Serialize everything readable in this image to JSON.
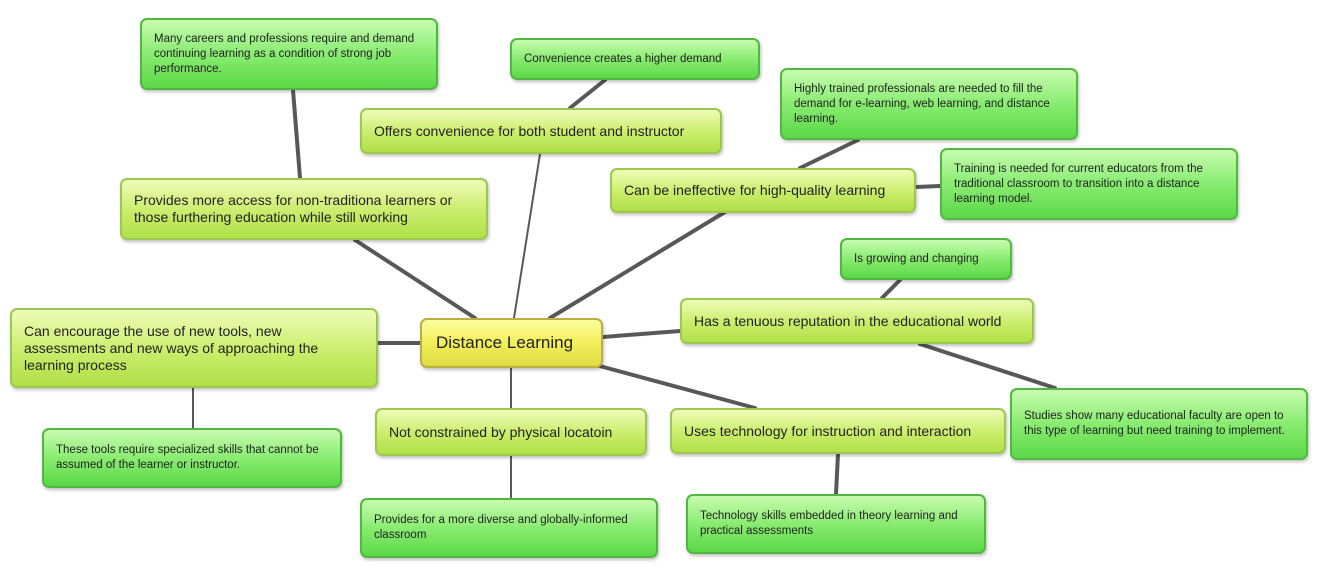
{
  "central": "Distance Learning",
  "topics": {
    "convenience": "Offers convenience for both student and instructor",
    "access": "Provides more access for non-traditiona learners or those furthering education while still working",
    "ineffective": "Can be ineffective for high-quality learning",
    "reputation": "Has a tenuous reputation in the educational world",
    "tools": "Can encourage the use of new tools, new assessments and new ways of approaching the learning process",
    "location": "Not constrained by physical locatoin",
    "technology": "Uses technology for instruction and interaction"
  },
  "subtopics": {
    "careers": "Many careers and professions require and demand continuing learning as a condition of strong job performance.",
    "demand": "Convenience creates a higher demand",
    "professionals": "Highly trained professionals are needed to fill the demand for e-learning, web learning, and distance learning.",
    "training": "Training is needed for current educators from the traditional classroom to transition into a distance learning model.",
    "growing": "Is growing and changing",
    "studies": "Studies show many educational faculty are open to this type of learning but need training to implement.",
    "skills": "These tools require specialized skills that cannot be assumed of the learner or instructor.",
    "diverse": "Provides for a more diverse and globally-informed classroom",
    "tech_skills": "Technology skills embedded in theory learning and practical assessments"
  },
  "colors": {
    "line": "#555555",
    "central": "#f4f060",
    "topic": "#cdee70",
    "subtopic": "#88ec70"
  }
}
